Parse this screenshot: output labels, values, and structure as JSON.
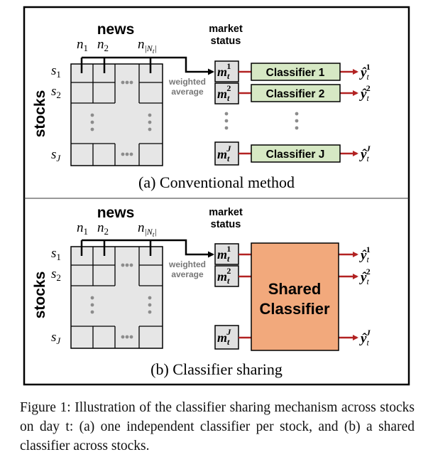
{
  "panel_a": {
    "news_title": "news",
    "stocks_label": "stocks",
    "col_labels": [
      "n1",
      "n2",
      "n|Nt|"
    ],
    "row_labels": [
      "s1",
      "s2",
      "sJ"
    ],
    "market_title_line1": "market",
    "market_title_line2": "status",
    "weighted_line1": "weighted",
    "weighted_line2": "average",
    "market_boxes": [
      "1",
      "2",
      "J"
    ],
    "classifiers": [
      "Classifier 1",
      "Classifier 2",
      "Classifier J"
    ],
    "outputs": [
      "1",
      "2",
      "J"
    ],
    "subcaption": "(a) Conventional method"
  },
  "panel_b": {
    "news_title": "news",
    "stocks_label": "stocks",
    "col_labels": [
      "n1",
      "n2",
      "n|Nt|"
    ],
    "row_labels": [
      "s1",
      "s2",
      "sJ"
    ],
    "market_title_line1": "market",
    "market_title_line2": "status",
    "weighted_line1": "weighted",
    "weighted_line2": "average",
    "market_boxes": [
      "1",
      "2",
      "J"
    ],
    "shared_line1": "Shared",
    "shared_line2": "Classifier",
    "outputs": [
      "1",
      "2",
      "J"
    ],
    "subcaption": "(b) Classifier sharing"
  },
  "caption": "Figure 1: Illustration of the classifier sharing mechanism across stocks on day t: (a) one independent classifier per stock, and (b) a shared classifier across stocks.",
  "colors": {
    "grid_fill": "#e6e6e6",
    "market_fill": "#e0e0e0",
    "classifier_fill": "#d6e8c4",
    "shared_fill": "#f2a97c",
    "arrow_red": "#b22222",
    "dots": "#8c8c8c"
  }
}
